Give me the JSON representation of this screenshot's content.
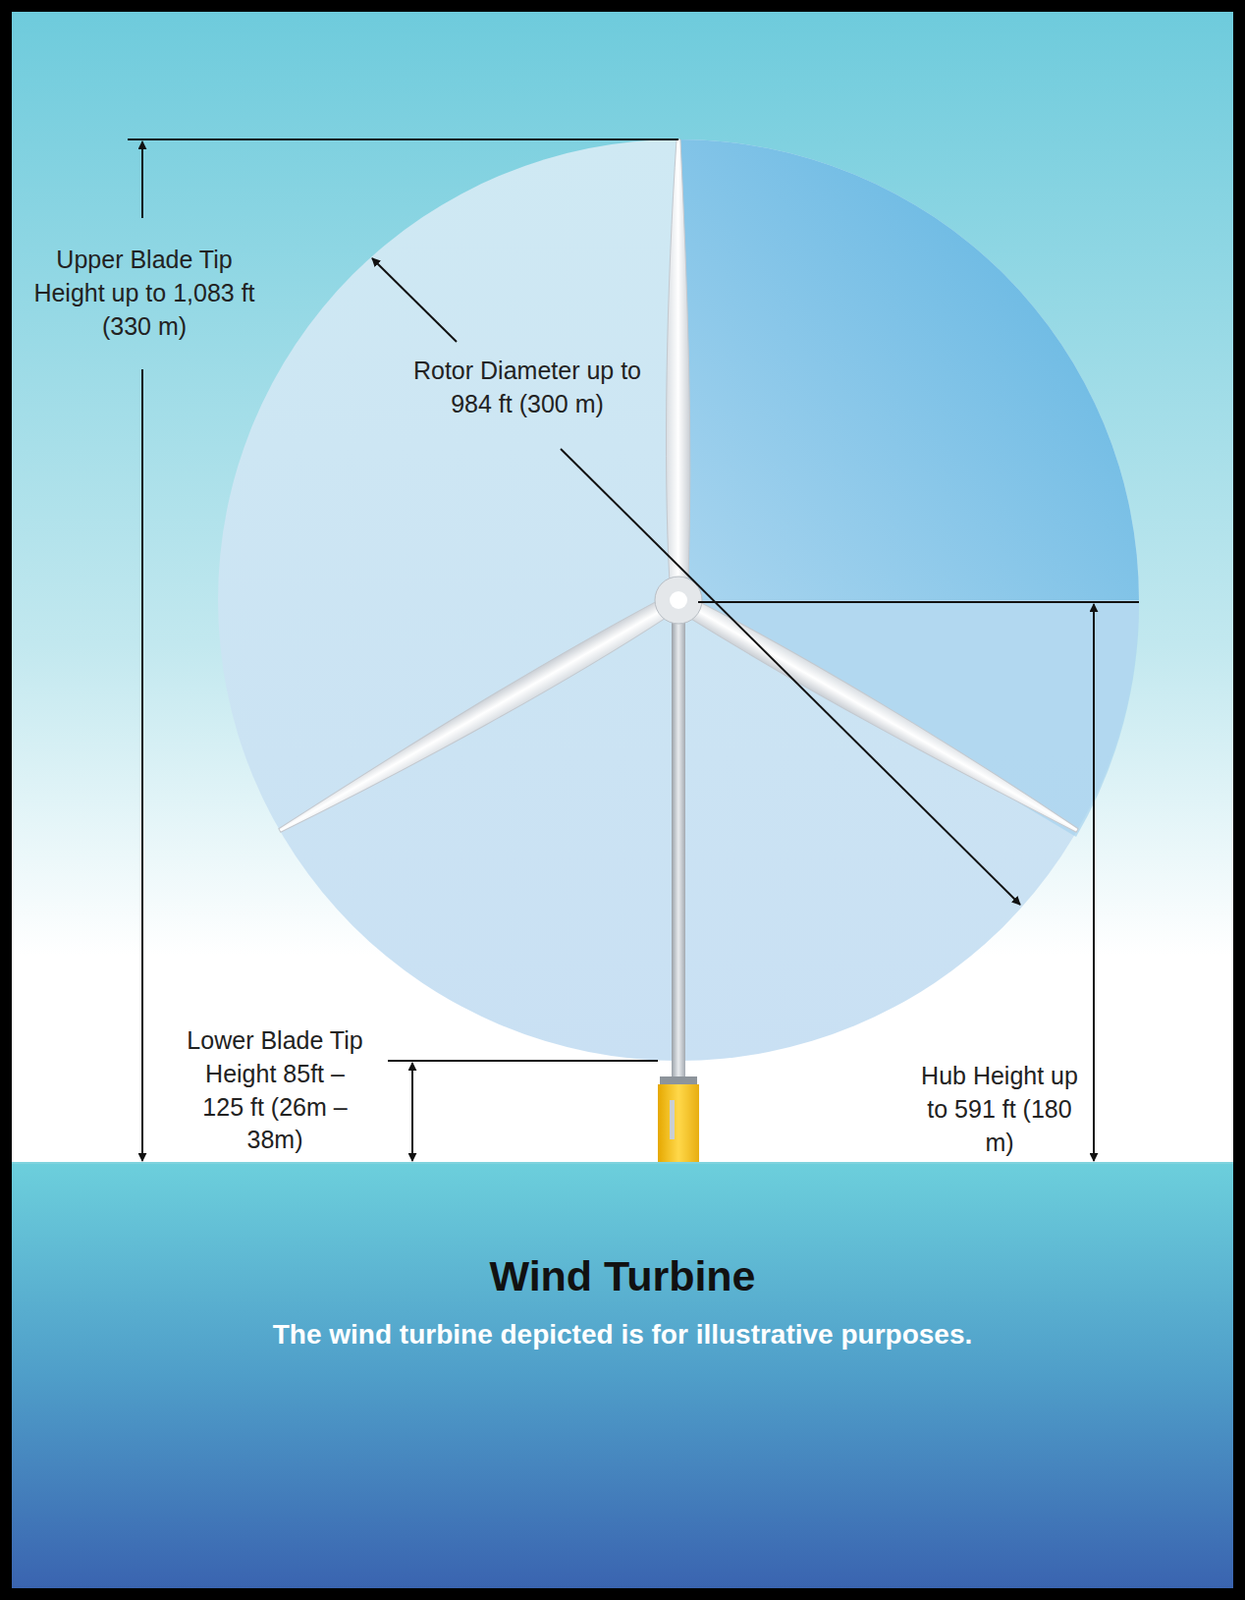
{
  "diagram": {
    "title": "Wind Turbine",
    "caption": "The wind turbine depicted is for illustrative purposes.",
    "labels": [
      "Upper Blade Tip Height up to 1,083 ft (330 m)",
      "Rotor Diameter up to 984 ft (300 m)",
      "Lower Blade Tip Height 85ft – 125 ft (26m – 38m)",
      "Hub Height up to 591 ft (180 m)"
    ]
  }
}
